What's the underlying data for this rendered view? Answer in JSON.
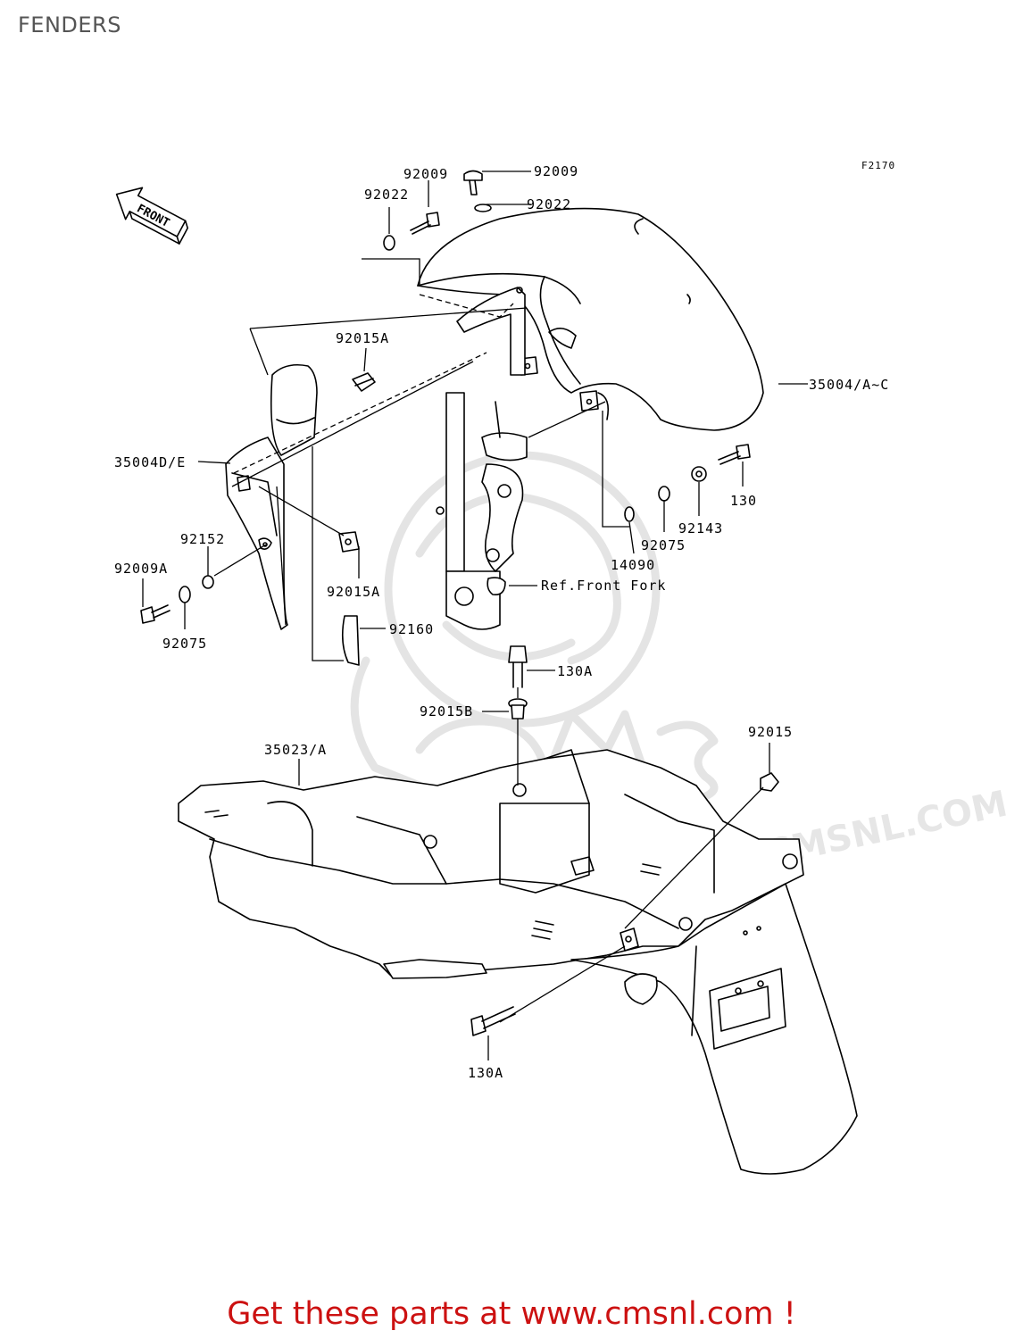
{
  "page_title": "FENDERS",
  "figure_code": "F2170",
  "front_arrow_text": "FRONT",
  "watermark": {
    "logo_text": "CMS",
    "site": "WWW.CMSNL.COM"
  },
  "callouts": [
    {
      "id": "92009-top-left",
      "text": "92009"
    },
    {
      "id": "92009-top-right",
      "text": "92009"
    },
    {
      "id": "92022-left",
      "text": "92022"
    },
    {
      "id": "92022-right",
      "text": "92022"
    },
    {
      "id": "92015a-upper",
      "text": "92015A"
    },
    {
      "id": "35004-a-c",
      "text": "35004/A~C"
    },
    {
      "id": "35004d-e",
      "text": "35004D/E"
    },
    {
      "id": "130",
      "text": "130"
    },
    {
      "id": "92143",
      "text": "92143"
    },
    {
      "id": "92075-right",
      "text": "92075"
    },
    {
      "id": "14090",
      "text": "14090"
    },
    {
      "id": "92152",
      "text": "92152"
    },
    {
      "id": "92009a",
      "text": "92009A"
    },
    {
      "id": "92075-left",
      "text": "92075"
    },
    {
      "id": "92015a-lower",
      "text": "92015A"
    },
    {
      "id": "ref-front-fork",
      "text": "Ref.Front Fork"
    },
    {
      "id": "92160",
      "text": "92160"
    },
    {
      "id": "130a-upper",
      "text": "130A"
    },
    {
      "id": "92015b",
      "text": "92015B"
    },
    {
      "id": "35023-a",
      "text": "35023/A"
    },
    {
      "id": "92015",
      "text": "92015"
    },
    {
      "id": "130a-lower",
      "text": "130A"
    }
  ],
  "promo_text": "Get these parts at www.cmsnl.com !"
}
